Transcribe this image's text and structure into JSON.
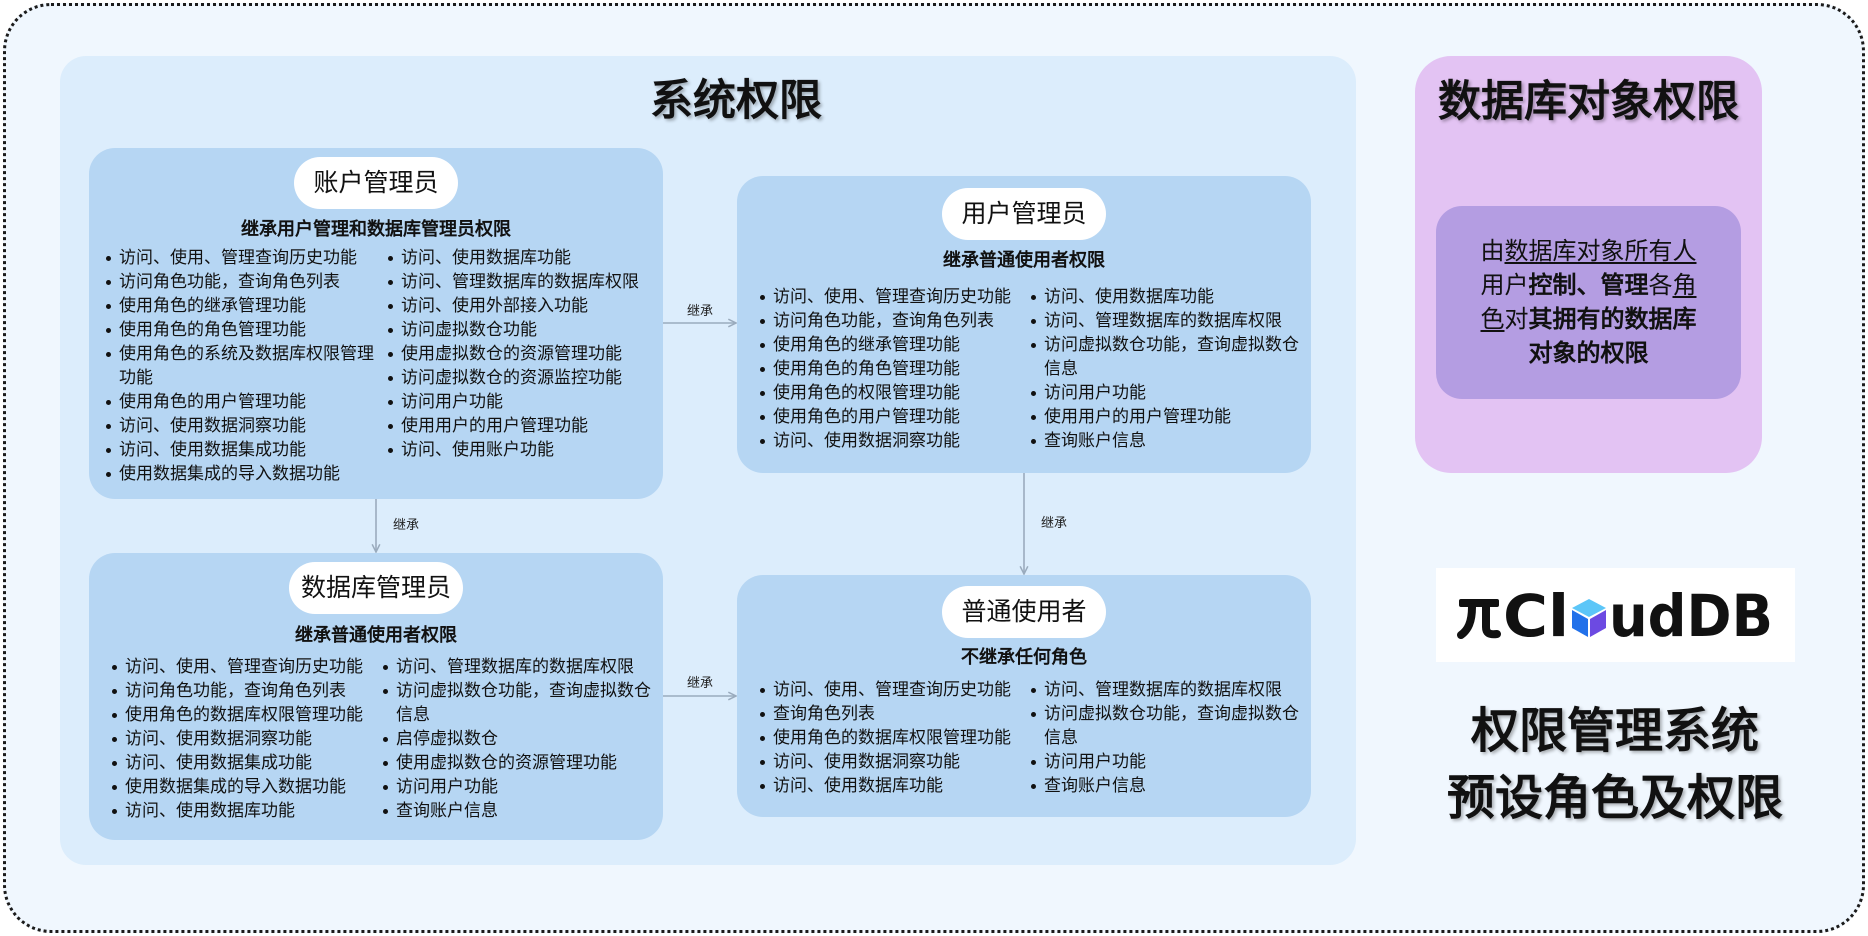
{
  "colors": {
    "frame_bg": "#f0f7fe",
    "system_panel_bg": "#dcedfc",
    "role_card_bg": "#b6d6f3",
    "db_object_panel_bg": "#e3c3f3",
    "db_object_inner_bg": "#b49de2",
    "arrow": "#9aabbd"
  },
  "system_permissions": {
    "title": "系统权限",
    "roles": {
      "account_admin": {
        "name": "账户管理员",
        "inheritance": "继承用户管理和数据库管理员权限",
        "permissions_left": [
          "访问、使用、管理查询历史功能",
          "访问角色功能，查询角色列表",
          "使用角色的继承管理功能",
          "使用角色的角色管理功能",
          "使用角色的系统及数据库权限管理功能",
          "使用角色的用户管理功能",
          "访问、使用数据洞察功能",
          "访问、使用数据集成功能",
          "使用数据集成的导入数据功能"
        ],
        "permissions_right": [
          "访问、使用数据库功能",
          "访问、管理数据库的数据库权限",
          "访问、使用外部接入功能",
          "访问虚拟数仓功能",
          "使用虚拟数仓的资源管理功能",
          "访问虚拟数仓的资源监控功能",
          "访问用户功能",
          "使用用户的用户管理功能",
          "访问、使用账户功能"
        ]
      },
      "user_admin": {
        "name": "用户管理员",
        "inheritance": "继承普通使用者权限",
        "permissions_left": [
          "访问、使用、管理查询历史功能",
          "访问角色功能，查询角色列表",
          "使用角色的继承管理功能",
          "使用角色的角色管理功能",
          "使用角色的权限管理功能",
          "使用角色的用户管理功能",
          "访问、使用数据洞察功能"
        ],
        "permissions_right": [
          "访问、使用数据库功能",
          "访问、管理数据库的数据库权限",
          "访问虚拟数仓功能，查询虚拟数仓信息",
          "访问用户功能",
          "使用用户的用户管理功能",
          "查询账户信息"
        ]
      },
      "database_admin": {
        "name": "数据库管理员",
        "inheritance": "继承普通使用者权限",
        "permissions_left": [
          "访问、使用、管理查询历史功能",
          "访问角色功能，查询角色列表",
          "使用角色的数据库权限管理功能",
          "访问、使用数据洞察功能",
          "访问、使用数据集成功能",
          "使用数据集成的导入数据功能",
          "访问、使用数据库功能"
        ],
        "permissions_right": [
          "访问、管理数据库的数据库权限",
          "访问虚拟数仓功能，查询虚拟数仓信息",
          "启停虚拟数仓",
          "使用虚拟数仓的资源管理功能",
          "访问用户功能",
          "查询账户信息"
        ]
      },
      "normal_user": {
        "name": "普通使用者",
        "inheritance": "不继承任何角色",
        "permissions_left": [
          "访问、使用、管理查询历史功能",
          "查询角色列表",
          "使用角色的数据库权限管理功能",
          "访问、使用数据洞察功能",
          "访问、使用数据库功能"
        ],
        "permissions_right": [
          "访问、管理数据库的数据库权限",
          "访问虚拟数仓功能，查询虚拟数仓信息",
          "访问用户功能",
          "查询账户信息"
        ]
      }
    },
    "edges": {
      "account_admin_to_user_admin": "继承",
      "account_admin_to_database_admin": "继承",
      "user_admin_to_normal_user": "继承",
      "database_admin_to_normal_user": "继承"
    }
  },
  "db_object_permissions": {
    "title": "数据库对象权限",
    "description_segments": [
      "由",
      "数据库对象所有人",
      "用户",
      "控制、管理",
      "各",
      "角",
      "色",
      "对",
      "其拥有的数据库",
      "对象的权限"
    ]
  },
  "logo": {
    "wordmark": "CloudDB",
    "cube_colors": [
      "#5cc6f8",
      "#2271ea",
      "#6c4ae2"
    ]
  },
  "footer_title": [
    "权限管理系统",
    "预设角色及权限"
  ]
}
